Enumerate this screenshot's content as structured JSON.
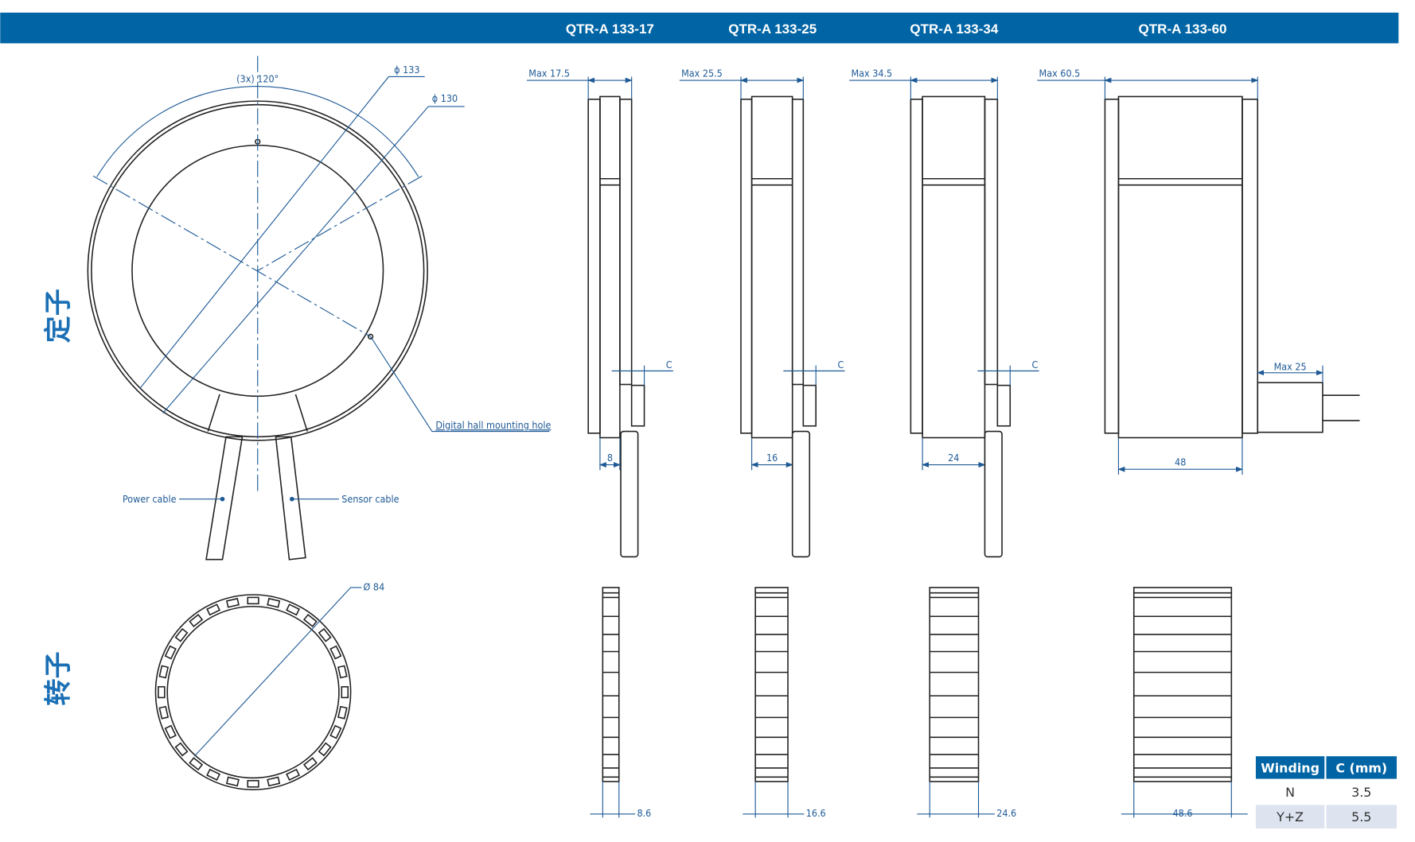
{
  "header": {
    "models": [
      "QTR-A 133-17",
      "QTR-A 133-25",
      "QTR-A 133-34",
      "QTR-A 133-60"
    ]
  },
  "section_labels": {
    "stator": "定子",
    "rotor": "转子"
  },
  "stator": {
    "angle_label": "(3x)  120°",
    "dia_outer_label": "ϕ 133",
    "dia_inner_label": "ϕ 130",
    "hall_label": "Digital hall mounting hole",
    "power_cable_label": "Power cable",
    "sensor_cable_label": "Sensor cable"
  },
  "stator_side": [
    {
      "max_label": "Max 17.5",
      "width_label": "8",
      "c_label": "C"
    },
    {
      "max_label": "Max 25.5",
      "width_label": "16",
      "c_label": "C"
    },
    {
      "max_label": "Max 34.5",
      "width_label": "24",
      "c_label": "C"
    },
    {
      "max_label": "Max 60.5",
      "width_label": "48",
      "cable_label": "Max  25"
    }
  ],
  "rotor": {
    "dia_label": "Ø 84"
  },
  "rotor_side": [
    "8.6",
    "16.6",
    "24.6",
    "48.6"
  ],
  "table": {
    "headers": [
      "Winding",
      "C (mm)"
    ],
    "rows": [
      [
        "N",
        "3.5"
      ],
      [
        "Y+Z",
        "5.5"
      ]
    ]
  },
  "colors": {
    "header": "#0064a5",
    "line": "#1f5a96",
    "table_alt": "#dde4f0"
  }
}
